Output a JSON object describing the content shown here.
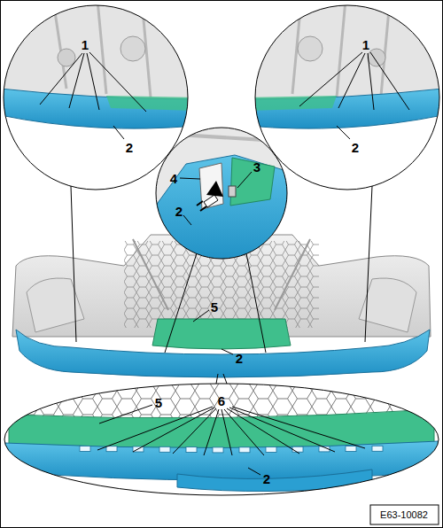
{
  "diagram": {
    "labels": [
      "1",
      "2",
      "1",
      "2",
      "4",
      "3",
      "2",
      "5",
      "2",
      "5",
      "6",
      "2",
      "E63-10082"
    ]
  }
}
